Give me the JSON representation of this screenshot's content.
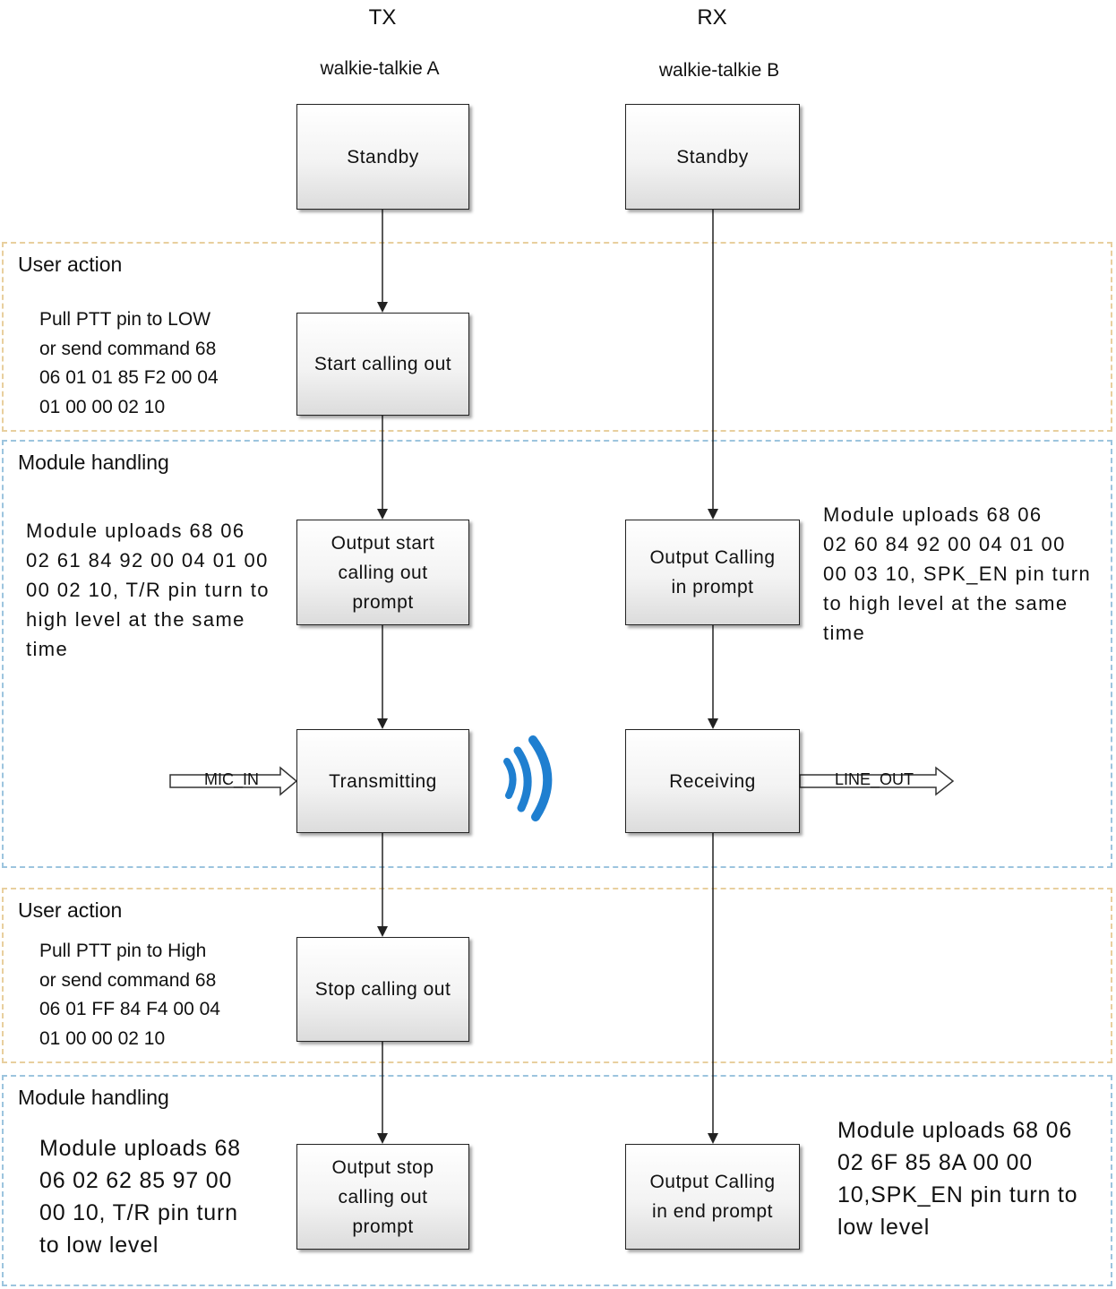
{
  "columns": {
    "tx": {
      "label": "TX",
      "device": "walkie-talkie A"
    },
    "rx": {
      "label": "RX",
      "device": "walkie-talkie B"
    }
  },
  "zones": [
    {
      "id": "user1",
      "kind": "user",
      "title": "User action"
    },
    {
      "id": "module1",
      "kind": "module",
      "title": "Module handling"
    },
    {
      "id": "user2",
      "kind": "user",
      "title": "User action"
    },
    {
      "id": "module2",
      "kind": "module",
      "title": "Module handling"
    }
  ],
  "tx_boxes": {
    "standby": "Standby",
    "start": "Start calling out",
    "output_start": "Output start\ncalling out\nprompt",
    "transmitting": "Transmitting",
    "stop": "Stop calling out",
    "output_stop": "Output stop\ncalling out\nprompt"
  },
  "rx_boxes": {
    "standby": "Standby",
    "output_calling": "Output Calling\nin  prompt",
    "receiving": "Receiving",
    "output_end": "Output Calling\nin end prompt"
  },
  "notes": {
    "pull_low": "Pull PTT pin to LOW\nor send command 68\n06 01 01 85 F2 00 04\n01 00 00 02 10",
    "tx_upload_start": "Module uploads 68 06\n02 61 84 92 00 04 01 00\n00 02 10, T/R pin turn to\nhigh level at the same\ntime",
    "rx_upload_start": "Module uploads   68 06\n02 60 84 92 00 04 01 00\n00 03 10, SPK_EN pin turn\nto high level at the same\ntime",
    "pull_high": "Pull PTT pin to High\nor send command 68\n06 01 FF 84 F4 00 04\n01 00 00 02 10",
    "tx_upload_stop": "Module uploads 68\n06  02  62  85  97  00\n00  10, T/R pin turn\nto low level",
    "rx_upload_stop": "Module uploads 68 06\n02  6F  85  8A  00  00\n10,SPK_EN pin turn to\nlow level"
  },
  "io": {
    "mic_in": "MIC_IN",
    "line_out": "LINE_OUT"
  },
  "colors": {
    "user_zone_border": "#e8cf9e",
    "module_zone_border": "#9cc4de",
    "wireless_icon": "#1f7fd0"
  }
}
